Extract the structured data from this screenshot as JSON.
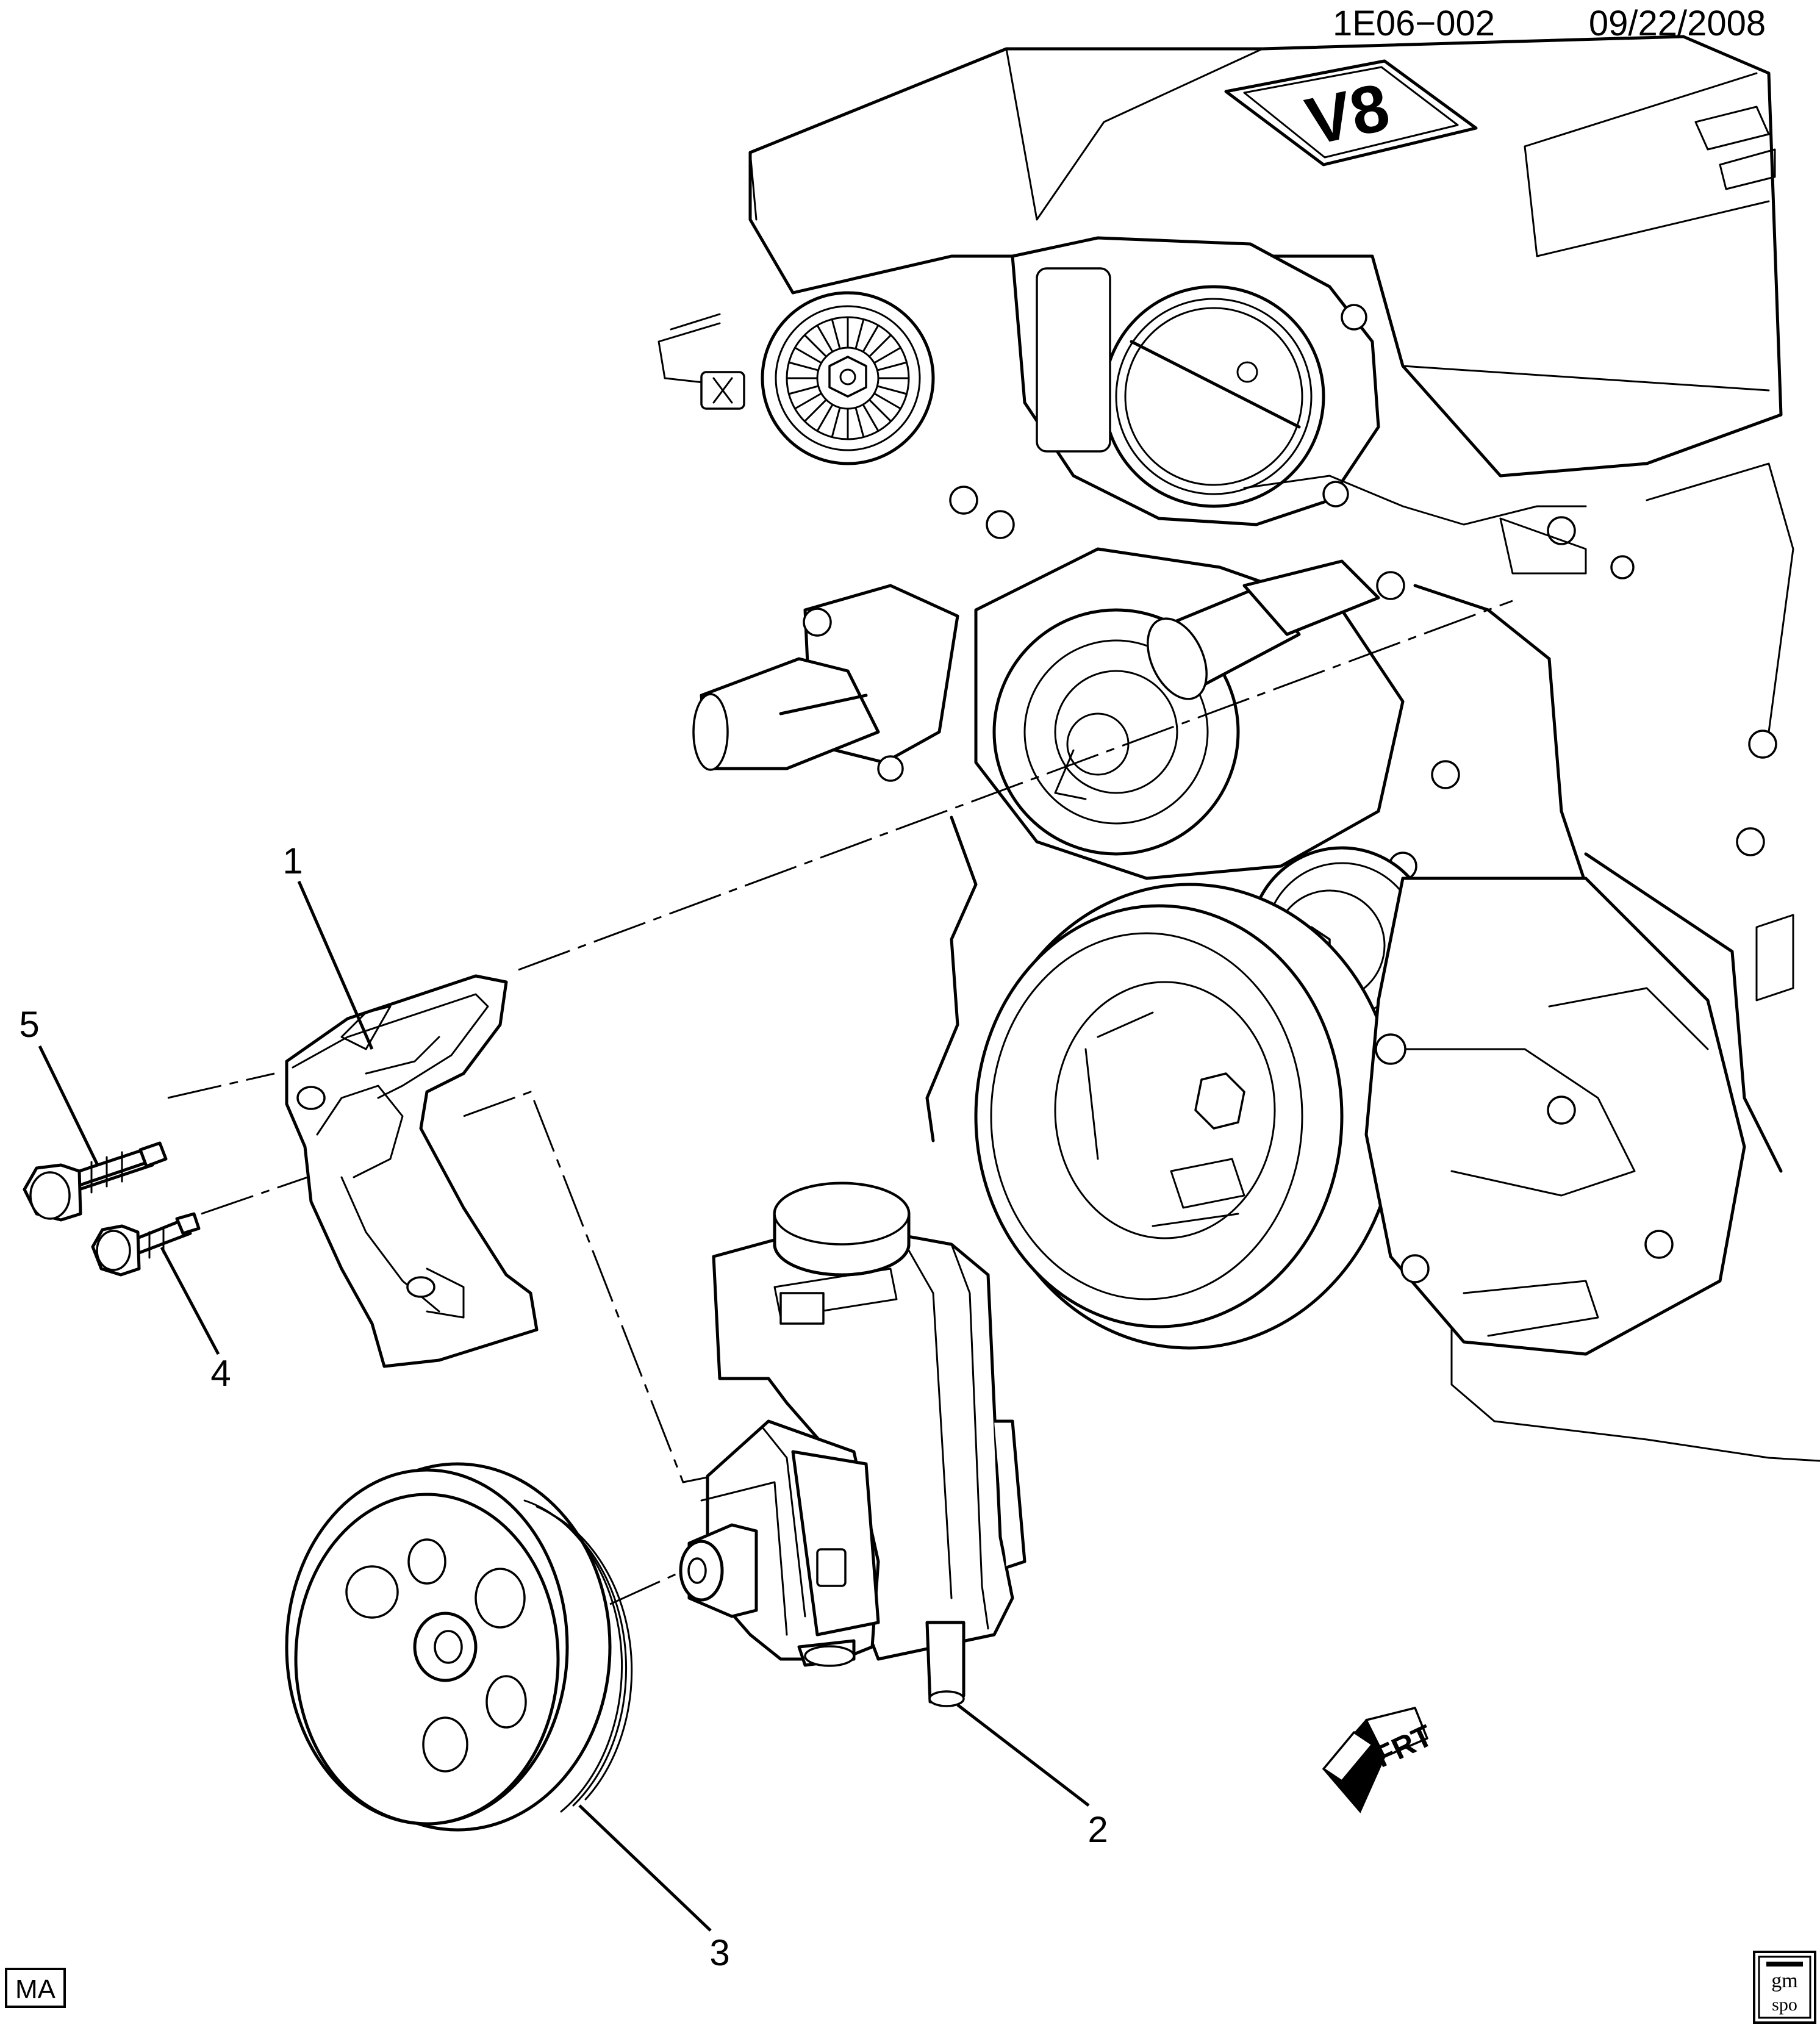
{
  "header": {
    "diagram_id": "1E06−002",
    "date": "09/22/2008"
  },
  "callouts": [
    {
      "number": "1"
    },
    {
      "number": "2"
    },
    {
      "number": "3"
    },
    {
      "number": "4"
    },
    {
      "number": "5"
    }
  ],
  "engine": {
    "emblem_text": "V8"
  },
  "direction_indicator": {
    "label": "FRT"
  },
  "footer": {
    "left_badge": "MA",
    "right_logo_line1": "gm",
    "right_logo_line2": "spo"
  },
  "icons": [
    "front-direction-arrow-icon",
    "gm-spo-logo-icon"
  ]
}
